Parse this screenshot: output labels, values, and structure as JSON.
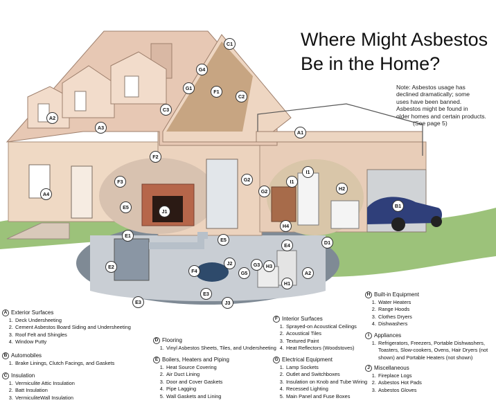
{
  "title": {
    "line1": "Where Might Asbestos",
    "line2": "Be in the Home?"
  },
  "note": {
    "l1": "Note:  Asbestos usage has",
    "l2": "declined dramatically; some",
    "l3": "uses have been banned.",
    "l4": "Asbestos might be found in",
    "l5": "older homes and certain products.",
    "l6": "(See page 5)"
  },
  "callouts": {
    "c1": "C1",
    "c2": "C2",
    "c3": "C3",
    "g4": "G4",
    "g1": "G1",
    "f1": "F1",
    "a2": "A2",
    "a3": "A3",
    "a1": "A1",
    "f2": "F2",
    "g2": "G2",
    "f3": "F3",
    "a4": "A4",
    "e5": "E5",
    "j1": "J1",
    "i1": "I1",
    "i1b": "I1",
    "g2b": "G2",
    "h2": "H2",
    "h4": "H4",
    "b1": "B1",
    "e1": "E1",
    "e5b": "E5",
    "e4": "E4",
    "d1": "D1",
    "e2": "E2",
    "j2": "J2",
    "g3": "G3",
    "g5": "G5",
    "h3": "H3",
    "a2b": "A2",
    "f4": "F4",
    "h1": "H1",
    "e3": "E3",
    "e3b": "E3",
    "j3": "J3"
  },
  "legend": {
    "a": {
      "letter": "A",
      "title": "Exterior Surfaces",
      "items": [
        "Deck Undersheeting",
        "Cement Asbestos Board Siding and Undersheeting",
        "Roof Felt and Shingles",
        "Window Putty"
      ]
    },
    "b": {
      "letter": "B",
      "title": "Automobiles",
      "items": [
        "Brake Linings, Clutch Facings, and Gaskets"
      ]
    },
    "c": {
      "letter": "C",
      "title": "Insulation",
      "items": [
        "Vermiculite Attic Insulation",
        "Batt Insulation",
        "VermiculiteWall Insulation"
      ]
    },
    "d": {
      "letter": "D",
      "title": "Flooring",
      "items": [
        "Vinyl Asbestos Sheets, Tiles, and Undersheeting"
      ]
    },
    "e": {
      "letter": "E",
      "title": "Boilers, Heaters and Piping",
      "items": [
        "Heat Source Covering",
        "Air Duct Lining",
        "Door and Cover Gaskets",
        "Pipe Lagging",
        "Wall Gaskets and Lining"
      ]
    },
    "f": {
      "letter": "F",
      "title": "Interior Surfaces",
      "items": [
        "Sprayed-on Acoustical Ceilings",
        "Acoustical Tiles",
        "Textured Paint",
        "Heat Reflectors (Woodstoves)"
      ]
    },
    "g": {
      "letter": "G",
      "title": "Electrical Equipment",
      "items": [
        "Lamp Sockets",
        "Outlet and Switchboxes",
        "Insulation on Knob and Tube Wiring",
        "Recessed Lighting",
        "Main Panel and Fuse Boxes"
      ]
    },
    "h": {
      "letter": "H",
      "title": "Built-in Equipment",
      "items": [
        "Water Heaters",
        "Range Hoods",
        "Clothes Dryers",
        "Dishwashers"
      ]
    },
    "i": {
      "letter": "I",
      "title": "Appliances",
      "items": [
        "Refrigerators, Freezers, Portable Dishwashers, Toasters, Slow-cookers, Ovens, Hair Dryers (not shown) and Portable Heaters (not shown)"
      ]
    },
    "j": {
      "letter": "J",
      "title": "Miscellaneous",
      "items": [
        "Fireplace Logs",
        "Asbestos Hot Pads",
        "Asbestos Gloves"
      ]
    }
  },
  "colors": {
    "siding": "#efd9c4",
    "roof": "#e3c4b1",
    "basement": "#cfd3d8",
    "ground": "#8fb56a",
    "car": "#2f3f7a",
    "stove": "#2e4a6b"
  }
}
